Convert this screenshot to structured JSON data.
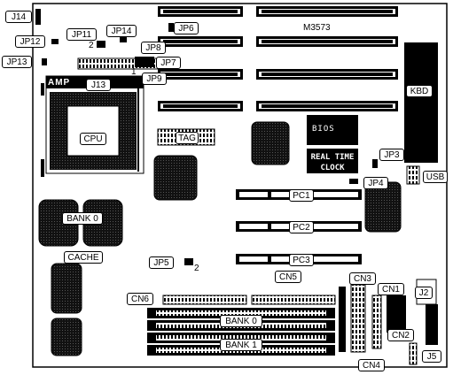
{
  "board": {
    "model": "M3573",
    "labels": {
      "j14": "J14",
      "jp12": "JP12",
      "jp13": "JP13",
      "jp11": "JP11",
      "jp11_pin": "2",
      "jp14": "JP14",
      "jp6": "JP6",
      "jp8": "JP8",
      "jp7": "JP7",
      "jp9": "JP9",
      "jp9_pin": "1",
      "j13": "J13",
      "amp": "AMP",
      "cpu": "CPU",
      "tag": "TAG",
      "kbd": "KBD",
      "bios": "BIOS",
      "rtc_line1": "REAL TIME",
      "rtc_line2": "CLOCK",
      "jp3": "JP3",
      "usb": "USB",
      "jp4": "JP4",
      "pc1": "PC1",
      "pc2": "PC2",
      "pc3": "PC3",
      "bank0_cache": "BANK 0",
      "cache": "CACHE",
      "jp5": "JP5",
      "jp5_pin": "2",
      "cn6": "CN6",
      "cn5": "CN5",
      "cn3": "CN3",
      "cn1": "CN1",
      "j2": "J2",
      "bank0": "BANK 0",
      "bank1": "BANK 1",
      "cn2": "CN2",
      "cn4": "CN4",
      "j5": "J5"
    }
  }
}
